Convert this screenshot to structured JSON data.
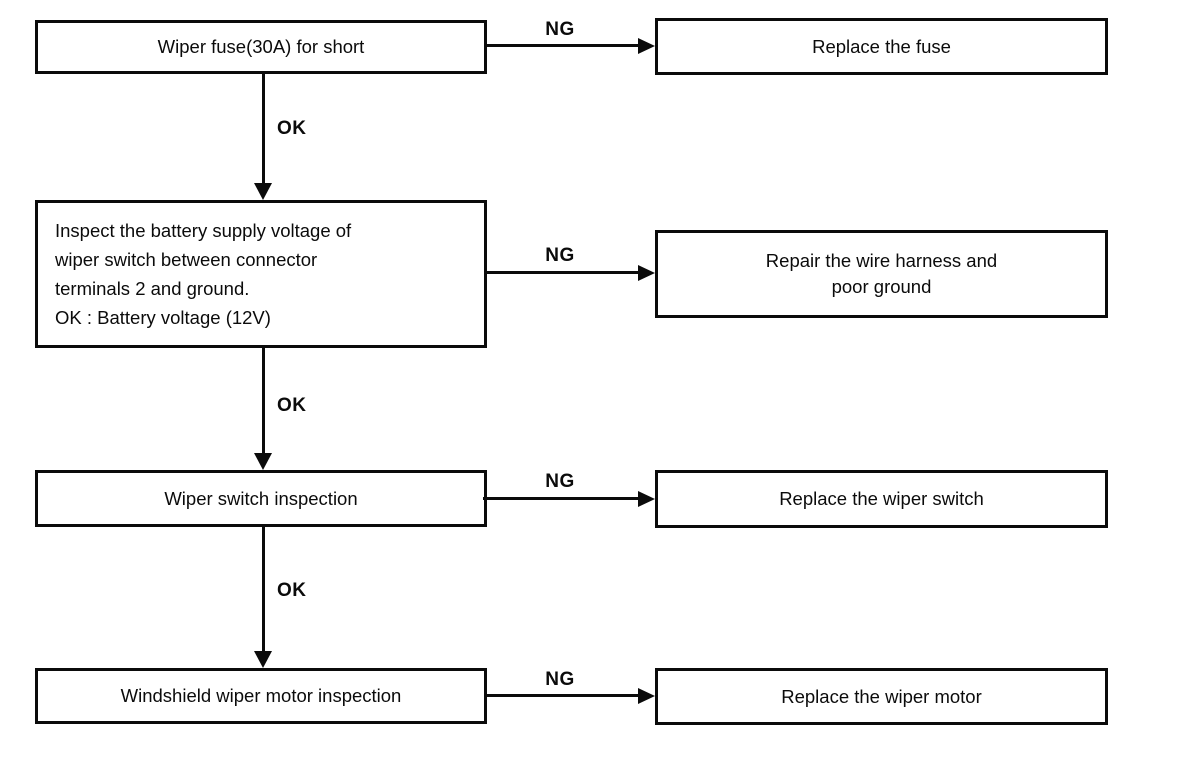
{
  "colors": {
    "ink": "#0b0b0b",
    "background": "#ffffff"
  },
  "flowchart": {
    "steps": [
      {
        "check_lines": [
          "Wiper fuse(30A) for short"
        ],
        "fail_label": "NG",
        "action_lines": [
          "Replace the fuse"
        ],
        "pass_label": "OK"
      },
      {
        "check_lines": [
          "Inspect the battery supply voltage of",
          "wiper switch between connector",
          "terminals 2 and ground.",
          "OK : Battery voltage (12V)"
        ],
        "fail_label": "NG",
        "action_lines": [
          "Repair the wire harness and",
          "poor ground"
        ],
        "pass_label": "OK"
      },
      {
        "check_lines": [
          "Wiper switch inspection"
        ],
        "fail_label": "NG",
        "action_lines": [
          "Replace the wiper switch"
        ],
        "pass_label": "OK"
      },
      {
        "check_lines": [
          "Windshield wiper motor inspection"
        ],
        "fail_label": "NG",
        "action_lines": [
          "Replace the wiper motor"
        ]
      }
    ]
  }
}
